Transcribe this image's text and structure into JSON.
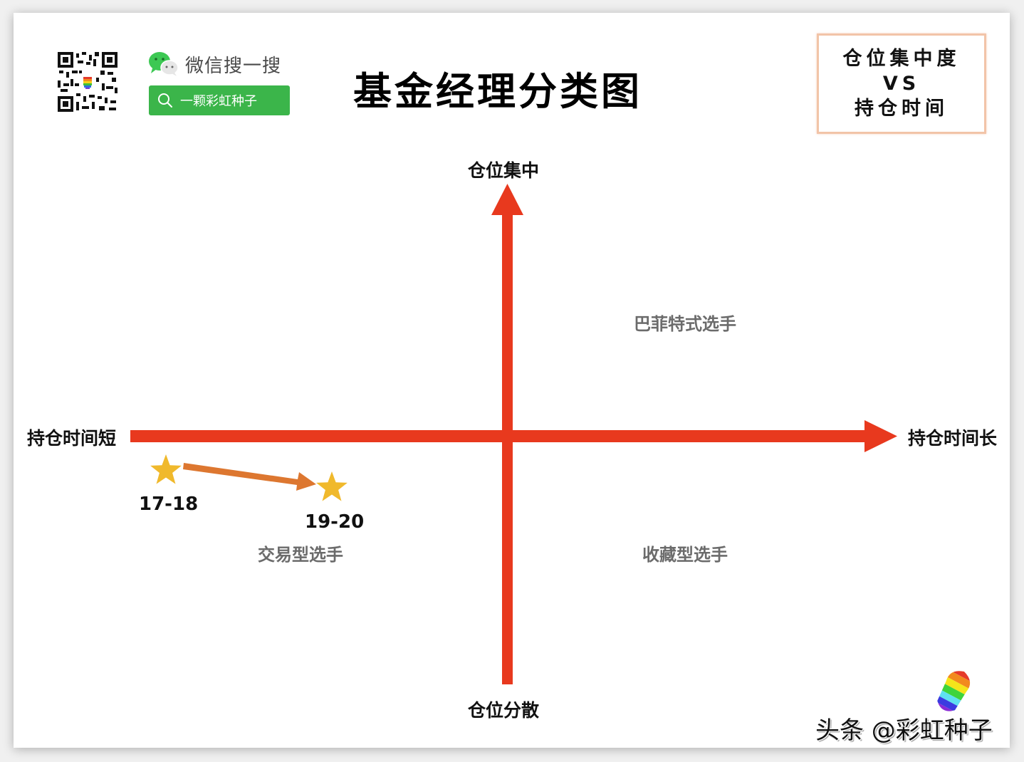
{
  "header": {
    "wechat_search_label": "微信搜一搜",
    "search_term": "一颗彩虹种子",
    "title": "基金经理分类图"
  },
  "legend_box": {
    "line1": "仓位集中度",
    "line2": "VS",
    "line3": "持仓时间"
  },
  "axes": {
    "top": "仓位集中",
    "bottom": "仓位分散",
    "left": "持仓时间短",
    "right": "持仓时间长",
    "color": "#e8391e"
  },
  "quadrants": {
    "top_right": "巴菲特式选手",
    "bottom_left": "交易型选手",
    "bottom_right": "收藏型选手",
    "label_color": "#6b6b6b"
  },
  "points": [
    {
      "label": "17-18",
      "color": "#f0b92c"
    },
    {
      "label": "19-20",
      "color": "#f0b92c"
    }
  ],
  "transition_arrow_color": "#dd7730",
  "watermark": "头条 @彩虹种子",
  "chart_data": {
    "type": "scatter",
    "title": "基金经理分类图",
    "subtitle": "仓位集中度 VS 持仓时间",
    "xlabel": "持仓时间 (短 → 长)",
    "ylabel": "仓位 (分散 → 集中)",
    "x_axis_ends": [
      "持仓时间短",
      "持仓时间长"
    ],
    "y_axis_ends": [
      "仓位分散",
      "仓位集中"
    ],
    "quadrants": {
      "top_right": "巴菲特式选手",
      "bottom_left": "交易型选手",
      "bottom_right": "收藏型选手",
      "top_left": ""
    },
    "points": [
      {
        "label": "17-18",
        "x": -0.91,
        "y": -0.14
      },
      {
        "label": "19-20",
        "x": -0.45,
        "y": -0.21
      }
    ],
    "annotations": [
      "arrow from 17-18 to 19-20"
    ],
    "xlim": [
      -1,
      1
    ],
    "ylim": [
      -1,
      1
    ],
    "grid": false
  }
}
